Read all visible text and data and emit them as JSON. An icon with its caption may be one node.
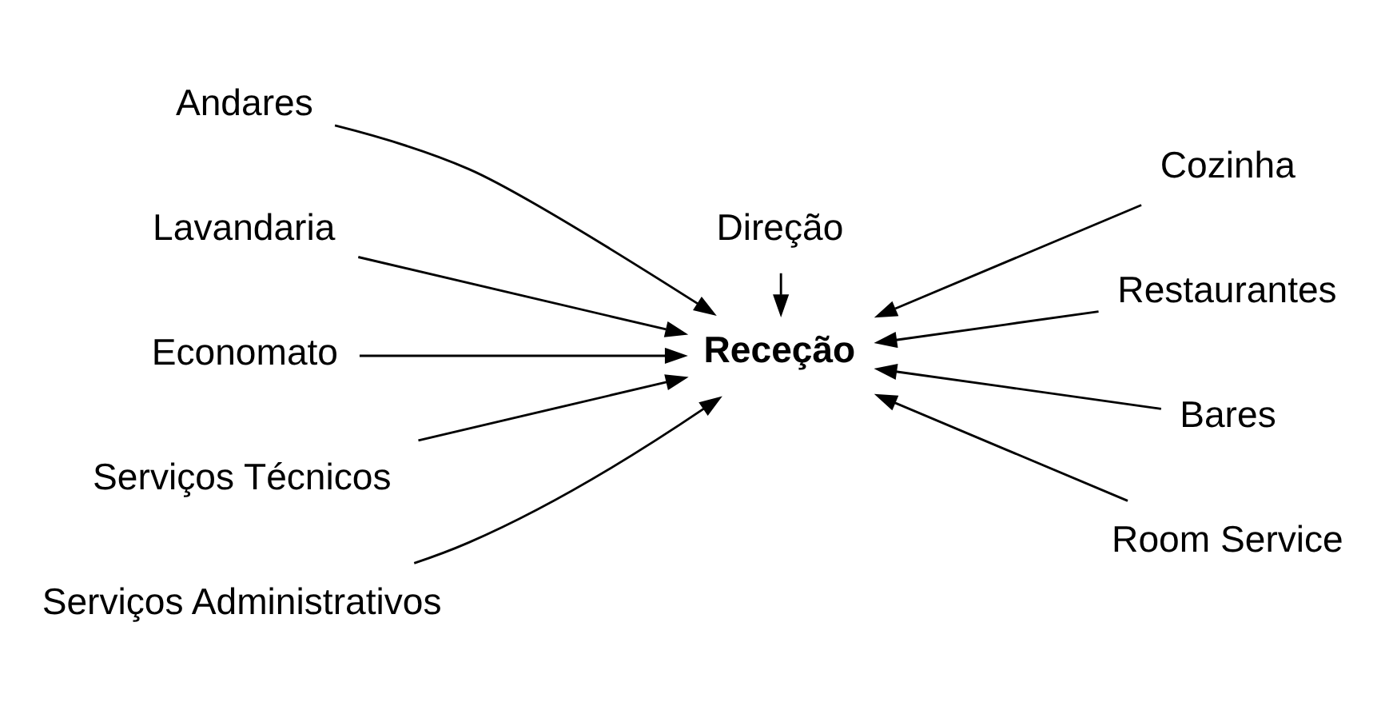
{
  "diagram": {
    "nodes": [
      {
        "text": [
          "Direção"
        ]
      },
      {
        "text": [
          "Andares"
        ]
      },
      {
        "text": [
          "Lavandaria"
        ]
      },
      {
        "text": [
          "Economato"
        ]
      },
      {
        "text": [
          "Serviços Técnicos"
        ]
      },
      {
        "text": [
          "Serviços Administrativos"
        ]
      },
      {
        "text": [
          "Receção"
        ]
      },
      {
        "text": [
          "Cozinha"
        ]
      },
      {
        "text": [
          "Restaurantes"
        ]
      },
      {
        "text": [
          "Bares"
        ]
      },
      {
        "text": [
          "Room Service"
        ]
      }
    ],
    "edges": [
      {
        "from": 0,
        "to": 6,
        "arrow": "to"
      },
      {
        "from": 1,
        "to": 6,
        "arrow": "to"
      },
      {
        "from": 2,
        "to": 6,
        "arrow": "to"
      },
      {
        "from": 3,
        "to": 6,
        "arrow": "to"
      },
      {
        "from": 4,
        "to": 6,
        "arrow": "to"
      },
      {
        "from": 5,
        "to": 6,
        "arrow": "to"
      },
      {
        "from": 7,
        "to": 6,
        "arrow": "to"
      },
      {
        "from": 8,
        "to": 6,
        "arrow": "to"
      },
      {
        "from": 9,
        "to": 6,
        "arrow": "to"
      },
      {
        "from": 10,
        "to": 6,
        "arrow": "to"
      }
    ]
  }
}
